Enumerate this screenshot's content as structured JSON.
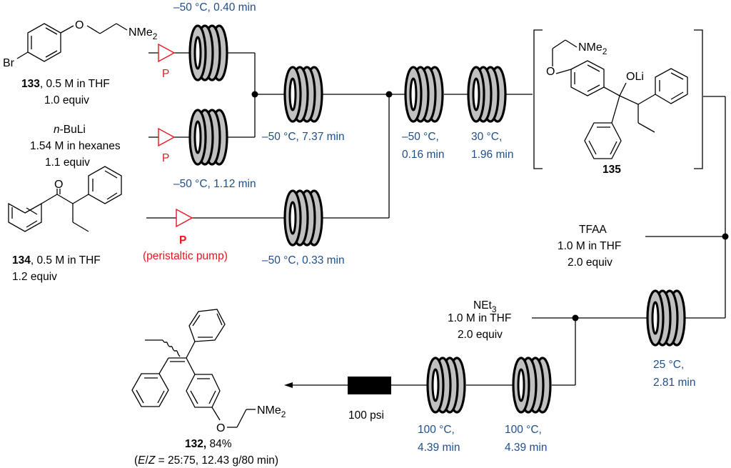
{
  "reagents": {
    "r133": {
      "compound": "133",
      "line1": ", 0.5 M in THF",
      "line2": "1.0 equiv",
      "substituent": "NMe",
      "sub2": "2",
      "halogen": "Br",
      "oxygen": "O"
    },
    "nbuli": {
      "name_prefix": "n",
      "name": "-BuLi",
      "line1": "1.54 M in hexanes",
      "line2": "1.1 equiv"
    },
    "r134": {
      "compound": "134",
      "line1": ", 0.5 M in THF",
      "line2": "1.2 equiv",
      "oxygen": "O"
    },
    "tfaa": {
      "name": "TFAA",
      "line1": "1.0 M in THF",
      "line2": "2.0 equiv"
    },
    "net3": {
      "name": "NEt",
      "sub": "3",
      "line1": "1.0 M in THF",
      "line2": "2.0 equiv"
    }
  },
  "pumps": {
    "p1": "P",
    "p2": "P",
    "p3": "P",
    "p3_note": "(peristaltic pump)"
  },
  "reactors": [
    {
      "id": "coil-1",
      "temp": "–50 °C, 0.40 min"
    },
    {
      "id": "coil-2",
      "temp": "–50 °C, 1.12 min"
    },
    {
      "id": "coil-3",
      "temp": "–50 °C, 7.37 min"
    },
    {
      "id": "coil-4",
      "temp": "–50 °C, 0.33 min"
    },
    {
      "id": "coil-5",
      "line1": "–50 °C,",
      "line2": "0.16 min"
    },
    {
      "id": "coil-6",
      "line1": "30 °C,",
      "line2": "1.96 min"
    },
    {
      "id": "coil-7",
      "line1": "25 °C,",
      "line2": "2.81 min"
    },
    {
      "id": "coil-8",
      "line1": "100 °C,",
      "line2": "4.39 min"
    },
    {
      "id": "coil-9",
      "line1": "100 °C,",
      "line2": "4.39 min"
    }
  ],
  "intermediate": {
    "compound": "135",
    "substituent": "NMe",
    "sub2": "2",
    "oxygen": "O",
    "alkoxide": "OLi"
  },
  "bpr": {
    "label": "100 psi"
  },
  "product": {
    "compound": "132,",
    "yield": " 84%",
    "ratio_prefix": "(",
    "E": "E",
    "slash": "/",
    "Z": "Z",
    "ratio_rest": " = 25:75, 12.43 g/80 min)",
    "substituent": "NMe",
    "sub2": "2",
    "oxygen": "O"
  },
  "colors": {
    "condition_text": "#1f4e8c",
    "pump": "#e8141c",
    "coil_fill": "#c0c0c0"
  }
}
